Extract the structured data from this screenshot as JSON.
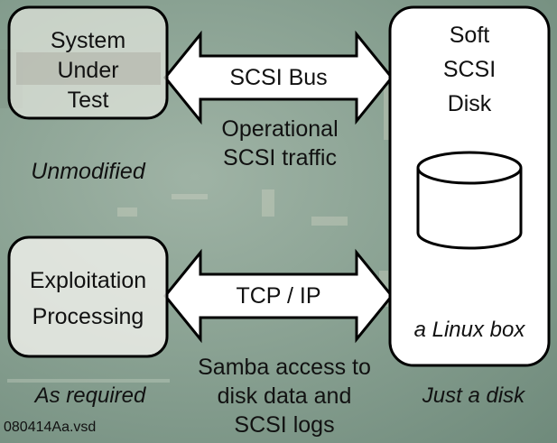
{
  "sut": {
    "line1": "System",
    "line2": "Under",
    "line3": "Test",
    "caption": "Unmodified"
  },
  "disk": {
    "line1": "Soft",
    "line2": "SCSI",
    "line3": "Disk",
    "host": "a Linux box",
    "caption": "Just a disk"
  },
  "exploit": {
    "line1": "Exploitation",
    "line2": "Processing",
    "caption": "As required"
  },
  "scsi_bus": {
    "label": "SCSI Bus",
    "desc1": "Operational",
    "desc2": "SCSI traffic"
  },
  "tcp_ip": {
    "label": "TCP / IP",
    "desc1": "Samba access to",
    "desc2": "disk data and",
    "desc3": "SCSI logs"
  },
  "file_label": "080414Aa.vsd",
  "colors": {
    "box_fill": "#ffffff",
    "stroke": "#000000",
    "background": "#8aa293"
  }
}
